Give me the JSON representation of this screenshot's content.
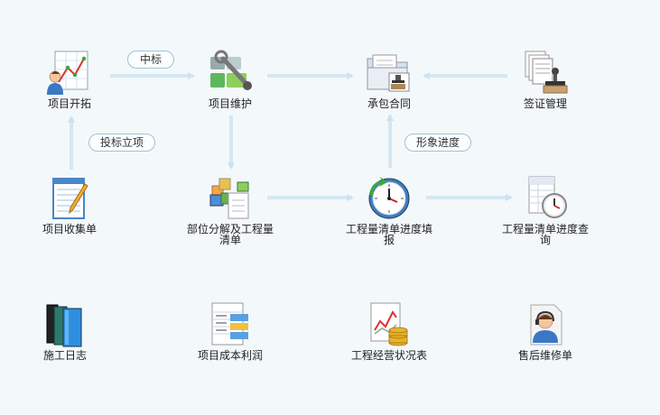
{
  "nodes": {
    "project_dev": "项目开拓",
    "project_maint": "项目维护",
    "contract": "承包合同",
    "visa_mgmt": "签证管理",
    "project_collect": "项目收集单",
    "part_decompose": "部位分解及工程量清单",
    "progress_fill": "工程量清单进度填报",
    "progress_query": "工程量清单进度查询",
    "construction_log": "施工日志",
    "cost_profit": "项目成本利润",
    "operation_status": "工程经营状况表",
    "after_sales": "售后维修单"
  },
  "tags": {
    "bid_won": "中标",
    "bid_project": "投标立项",
    "image_progress": "形象进度"
  },
  "colors": {
    "background": "#f3f8fb",
    "arrow": "#d5e7f1",
    "tag_border": "#9cc4d8"
  }
}
